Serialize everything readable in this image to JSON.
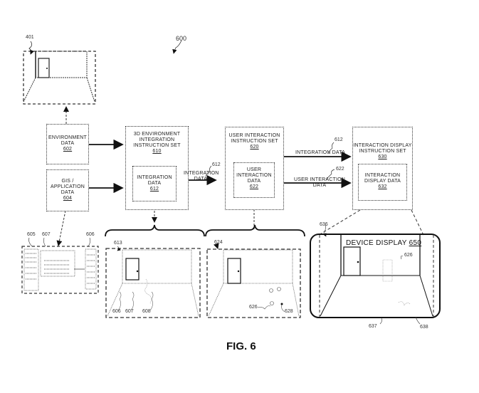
{
  "figure": {
    "number_ref": "600",
    "caption": "FIG. 6"
  },
  "boxes": {
    "environment_data": {
      "title": "ENVIRONMENT",
      "line2": "DATA",
      "ref": "602"
    },
    "gis_application_data": {
      "title": "GIS /",
      "line2": "APPLICATION",
      "line3": "DATA",
      "ref": "604"
    },
    "env_integration_set": {
      "line1": "3D ENVIRONMENT",
      "line2": "INTEGRATION",
      "line3": "INSTRUCTION SET",
      "ref": "610"
    },
    "integration_data": {
      "line1": "INTEGRATION",
      "line2": "DATA",
      "ref": "612"
    },
    "user_interaction_set": {
      "line1": "USER INTERACTION",
      "line2": "INSTRUCTION SET",
      "ref": "620"
    },
    "user_interaction_data": {
      "line1": "USER",
      "line2": "INTERACTION",
      "line3": "DATA",
      "ref": "622"
    },
    "interaction_display_set": {
      "line1": "INTERACTION DISPLAY",
      "line2": "INSTRUCTION SET",
      "ref": "630"
    },
    "interaction_display_data": {
      "line1": "INTERACTION",
      "line2": "DISPLAY DATA",
      "ref": "632"
    }
  },
  "arrows": {
    "integration_data_1": {
      "line1": "INTEGRATION",
      "line2": "DATA",
      "ref": "612"
    },
    "integration_data_2": {
      "label": "INTEGRATION DATA",
      "ref": "612"
    },
    "user_interaction_data": {
      "line1": "USER INTERACTION",
      "line2": "DATA",
      "ref": "622"
    }
  },
  "panels": {
    "environment_view": {
      "ref": "401"
    },
    "gis_screen": {
      "refs": [
        "605",
        "607",
        "606"
      ]
    },
    "integrated_view": {
      "refs": [
        "613",
        "606",
        "607",
        "608"
      ]
    },
    "interaction_view": {
      "refs": [
        "624",
        "626",
        "628"
      ]
    },
    "device_display": {
      "title": "DEVICE DISPLAY",
      "title_ref": "650",
      "refs": [
        "636",
        "626",
        "637",
        "638"
      ]
    }
  }
}
